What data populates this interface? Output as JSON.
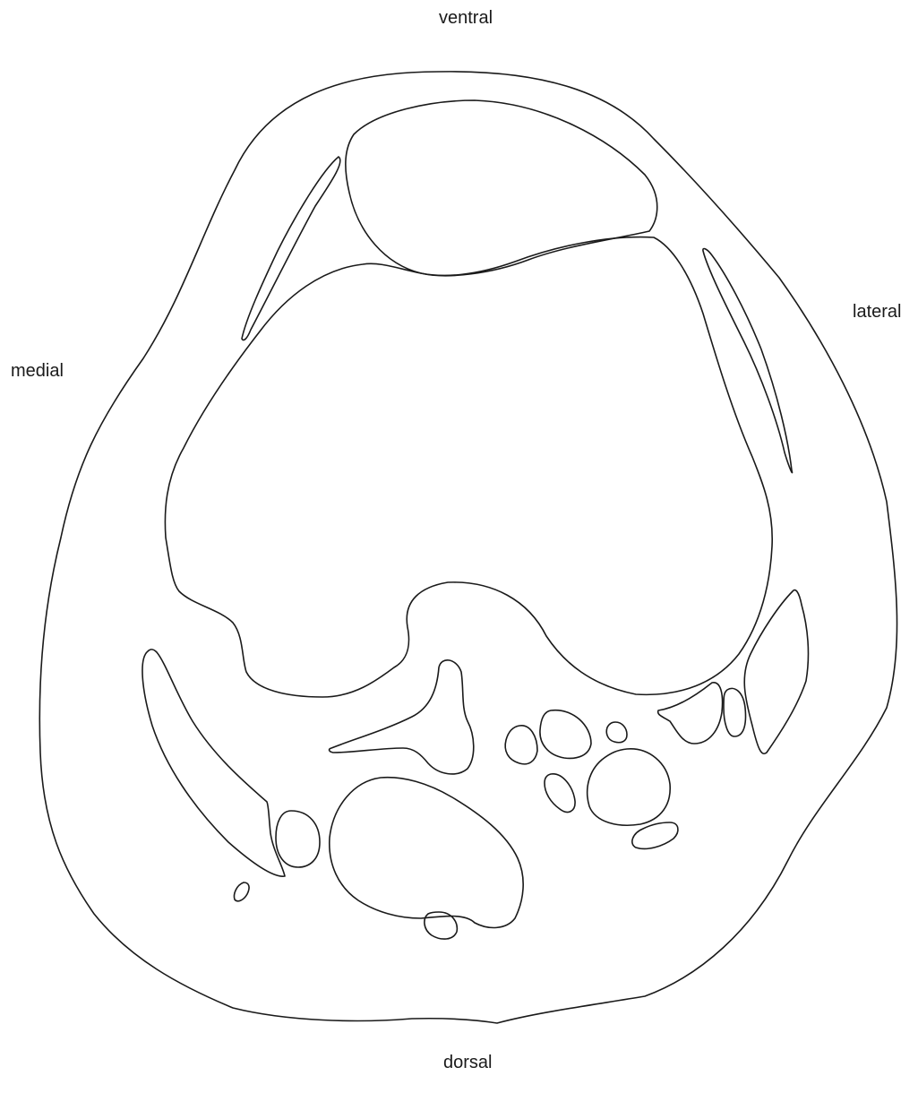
{
  "orientation": {
    "top": "ventral",
    "bottom": "dorsal",
    "left": "medial",
    "right": "lateral"
  },
  "colors": {
    "stroke": "#1a1a1a",
    "background": "#ffffff"
  }
}
